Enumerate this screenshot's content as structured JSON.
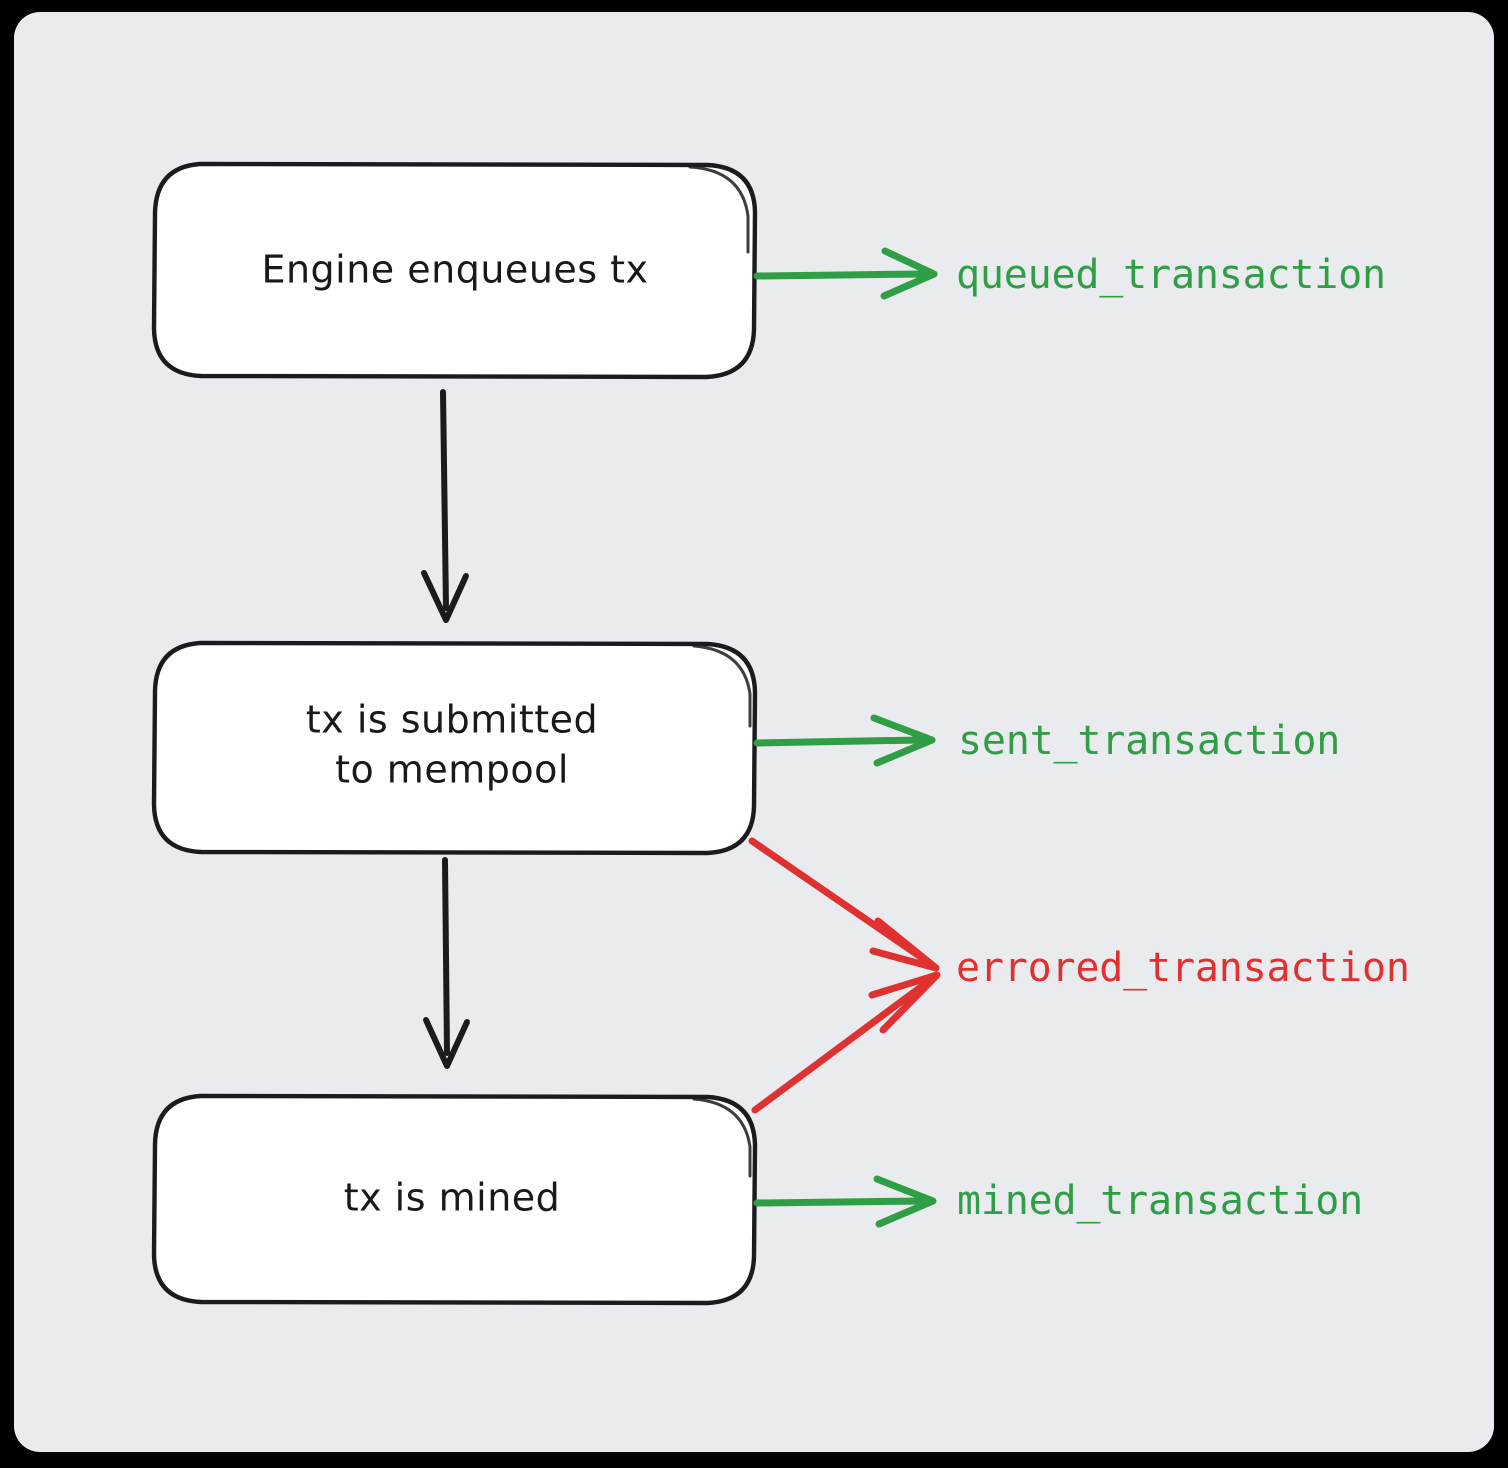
{
  "diagram": {
    "type": "flowchart",
    "direction": "top-to-bottom",
    "background_color": "#e9ebef",
    "canvas_color": "#000000",
    "style": "hand-drawn",
    "nodes": [
      {
        "id": "enqueue",
        "label": "Engine enqueues tx",
        "lines": [
          "Engine enqueues tx"
        ],
        "shape": "rounded-rectangle",
        "fill": "#ffffff",
        "stroke": "#1b1b1f"
      },
      {
        "id": "submit",
        "label": "tx is submitted to mempool",
        "lines": [
          "tx is submitted",
          "to mempool"
        ],
        "shape": "rounded-rectangle",
        "fill": "#ffffff",
        "stroke": "#1b1b1f"
      },
      {
        "id": "mined",
        "label": "tx is mined",
        "lines": [
          "tx is mined"
        ],
        "shape": "rounded-rectangle",
        "fill": "#ffffff",
        "stroke": "#1b1b1f"
      }
    ],
    "events": [
      {
        "id": "queued",
        "label": "queued_transaction",
        "color": "#2f9e44",
        "status": "success",
        "from": "enqueue"
      },
      {
        "id": "sent",
        "label": "sent_transaction",
        "color": "#2f9e44",
        "status": "success",
        "from": "submit"
      },
      {
        "id": "errored",
        "label": "errored_transaction",
        "color": "#e03131",
        "status": "error",
        "from": [
          "submit",
          "mined"
        ]
      },
      {
        "id": "mined_event",
        "label": "mined_transaction",
        "color": "#2f9e44",
        "status": "success",
        "from": "mined"
      }
    ],
    "edges": [
      {
        "from": "enqueue",
        "to": "submit",
        "color": "#1b1b1f",
        "kind": "flow"
      },
      {
        "from": "submit",
        "to": "mined",
        "color": "#1b1b1f",
        "kind": "flow"
      },
      {
        "from": "enqueue",
        "to": "queued",
        "color": "#2f9e44",
        "kind": "event"
      },
      {
        "from": "submit",
        "to": "sent",
        "color": "#2f9e44",
        "kind": "event"
      },
      {
        "from": "submit",
        "to": "errored",
        "color": "#e03131",
        "kind": "event"
      },
      {
        "from": "mined",
        "to": "errored",
        "color": "#e03131",
        "kind": "event"
      },
      {
        "from": "mined",
        "to": "mined_event",
        "color": "#2f9e44",
        "kind": "event"
      }
    ]
  }
}
